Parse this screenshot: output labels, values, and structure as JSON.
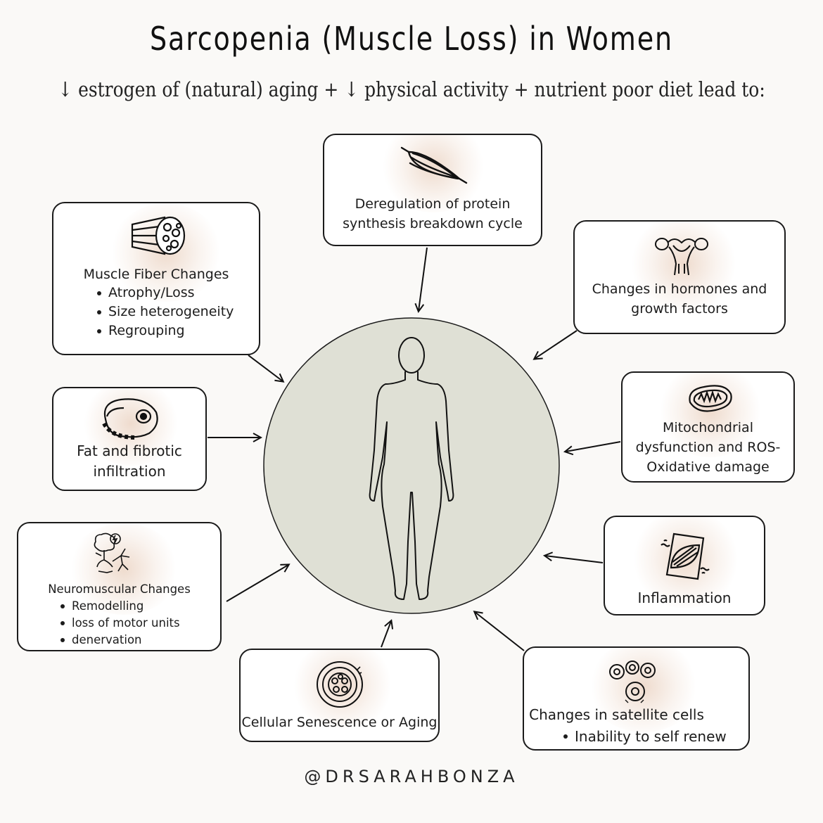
{
  "title": "Sarcopenia (Muscle Loss) in Women",
  "subtitle": "↓ estrogen of (natural) aging + ↓ physical activity + nutrient poor diet lead to:",
  "center_icon": "female-body-silhouette-icon",
  "boxes": {
    "protein": {
      "icon": "muscle-fiber-icon",
      "lines": [
        "Deregulation of protein",
        "synthesis breakdown cycle"
      ]
    },
    "fiber": {
      "icon": "muscle-cross-section-icon",
      "heading": "Muscle Fiber Changes",
      "bullets": [
        "Atrophy/Loss",
        "Size heterogeneity",
        "Regrouping"
      ]
    },
    "hormones": {
      "icon": "uterus-icon",
      "lines": [
        "Changes in hormones and",
        "growth factors"
      ]
    },
    "fat": {
      "icon": "fat-cell-icon",
      "lines": [
        "Fat and fibrotic",
        "infiltration"
      ]
    },
    "mito": {
      "icon": "mitochondria-icon",
      "lines": [
        "Mitochondrial",
        "dysfunction and ROS-",
        "Oxidative damage"
      ]
    },
    "neuro": {
      "icon": "neuron-brain-icon",
      "heading": "Neuromuscular Changes",
      "bullets": [
        "Remodelling",
        "loss of motor units",
        "denervation"
      ]
    },
    "inflammation": {
      "icon": "inflamed-muscle-icon",
      "lines": [
        "Inflammation"
      ]
    },
    "senescence": {
      "icon": "aging-cell-icon",
      "lines": [
        "Cellular Senescence or Aging"
      ]
    },
    "satellite": {
      "icon": "satellite-cells-icon",
      "heading": "Changes in satellite cells",
      "bullets": [
        "Inability to self renew"
      ]
    }
  },
  "footer": "@DRSARAHBONZA",
  "colors": {
    "background": "#faf9f7",
    "circle_fill": "#dfe0d5",
    "box_border": "#1b1b1b",
    "glow": "#e1bea5"
  }
}
